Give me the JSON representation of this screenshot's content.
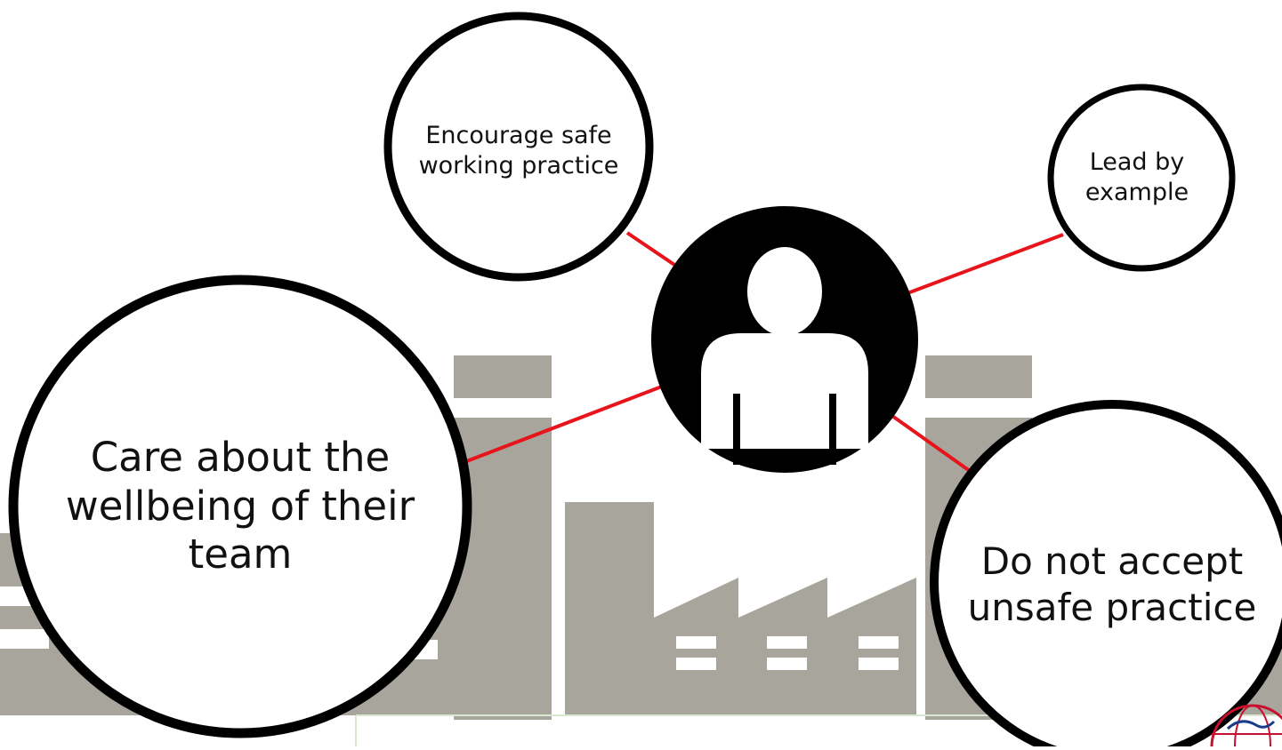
{
  "diagram": {
    "center_node": {
      "icon": "person-icon"
    },
    "nodes": [
      {
        "id": "encourage",
        "label": "Encourage safe working practice"
      },
      {
        "id": "lead",
        "label": "Lead by example"
      },
      {
        "id": "care",
        "label": "Care about the wellbeing of their team"
      },
      {
        "id": "accept",
        "label": "Do not accept unsafe practice"
      }
    ],
    "edges": [
      {
        "from": "center",
        "to": "encourage"
      },
      {
        "from": "center",
        "to": "lead"
      },
      {
        "from": "center",
        "to": "care"
      },
      {
        "from": "center",
        "to": "accept"
      }
    ],
    "background": {
      "icon": "factory-skyline-icon"
    },
    "logo": {
      "icon": "globe-logo-icon"
    }
  },
  "colors": {
    "edge": "#e8141b",
    "node_border": "#000000",
    "center_fill": "#000000",
    "building": "#a8a59c",
    "window": "#ffffff",
    "logo": "#c8102e"
  }
}
